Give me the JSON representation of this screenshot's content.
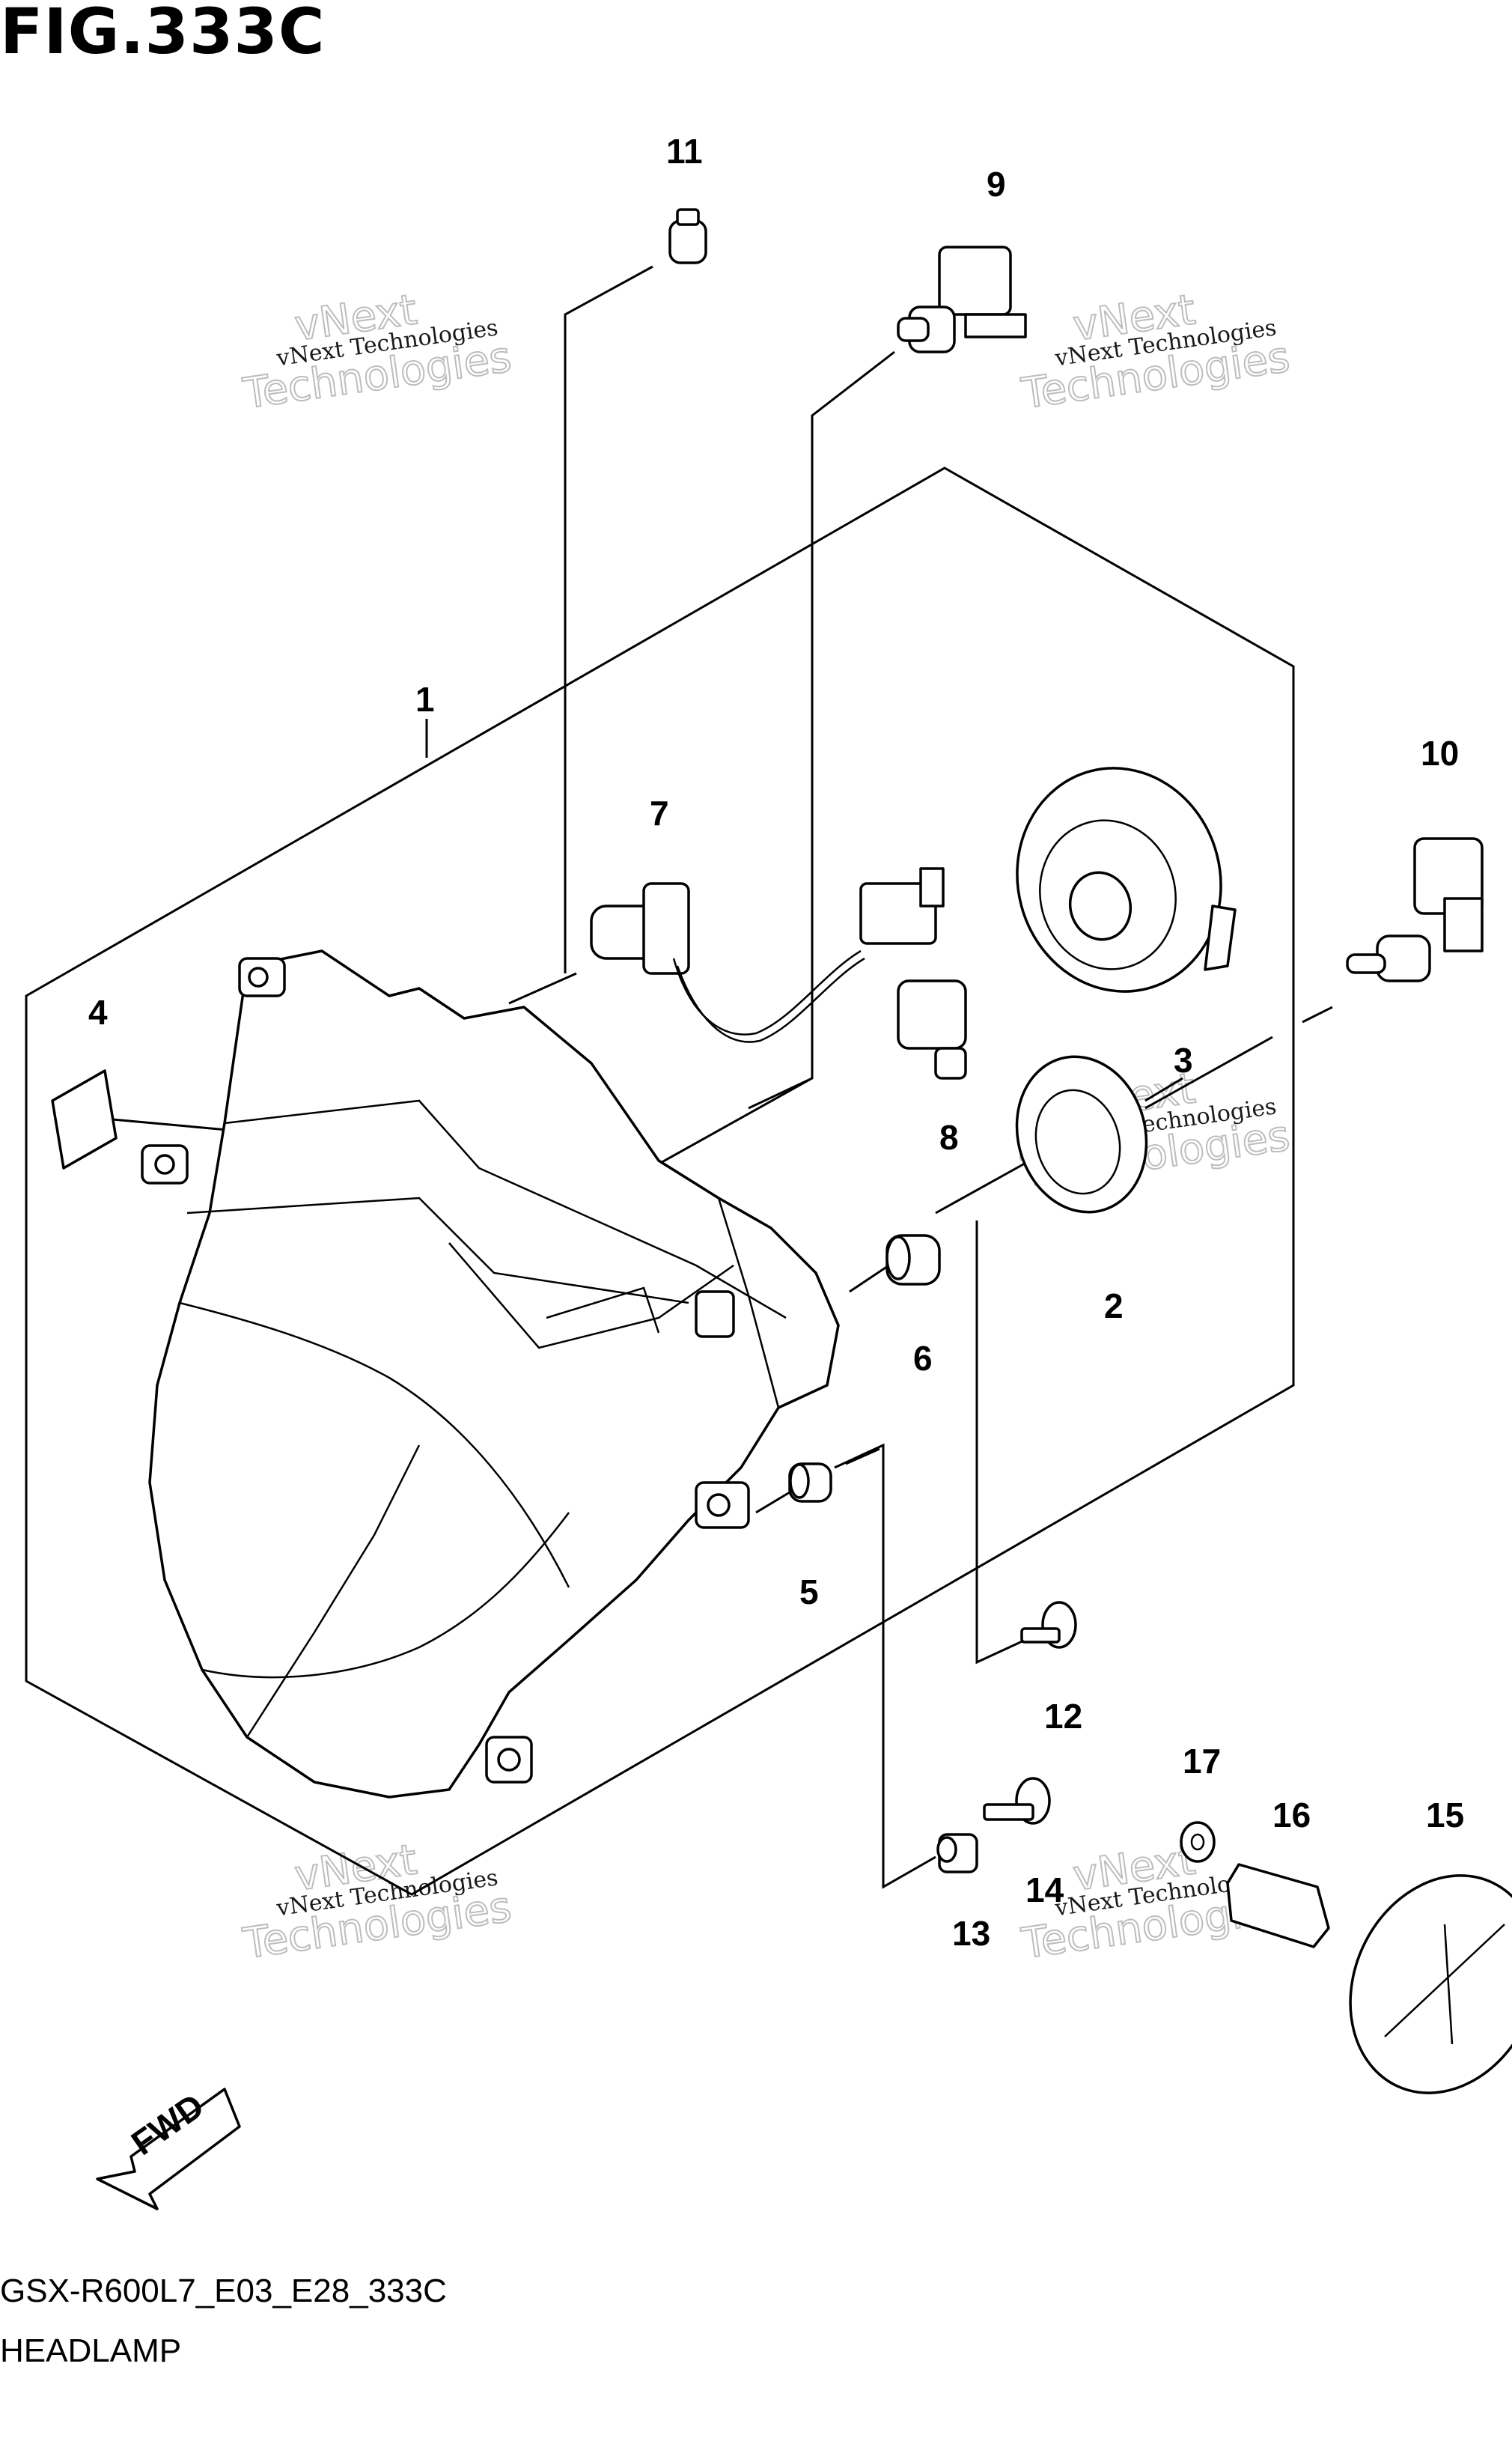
{
  "figure": {
    "title": "FIG.333C",
    "model_code": "GSX-R600L7_E03_E28_333C",
    "section_name": "HEADLAMP"
  },
  "callouts": [
    "1",
    "2",
    "3",
    "4",
    "5",
    "6",
    "7",
    "8",
    "9",
    "10",
    "11",
    "12",
    "13",
    "14",
    "15",
    "16",
    "17"
  ],
  "fwd_label": "FWD",
  "watermark": {
    "line_text": "vNext Technologies",
    "big_top": "vNext",
    "big_bottom": "Technologies"
  }
}
